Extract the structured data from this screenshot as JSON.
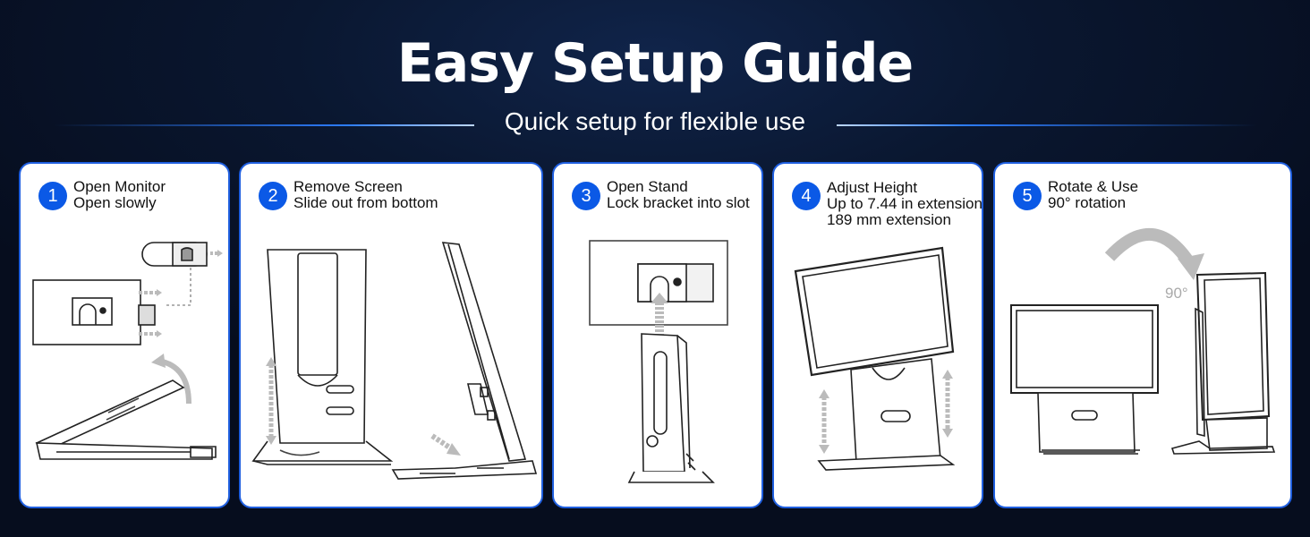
{
  "header": {
    "title": "Easy Setup Guide",
    "subtitle": "Quick setup for flexible use"
  },
  "colors": {
    "accent": "#0b59e6",
    "card_border": "#1f5fe0",
    "background": "#0a1730"
  },
  "steps": [
    {
      "number": "1",
      "lines": [
        "Open Monitor",
        "Open slowly"
      ]
    },
    {
      "number": "2",
      "lines": [
        "Remove Screen",
        "Slide out from bottom"
      ]
    },
    {
      "number": "3",
      "lines": [
        "Open Stand",
        "Lock bracket into slot"
      ]
    },
    {
      "number": "4",
      "lines": [
        "Adjust Height",
        "Up to 7.44 in extension",
        "189 mm extension"
      ]
    },
    {
      "number": "5",
      "lines": [
        "Rotate & Use",
        "90° rotation"
      ]
    }
  ],
  "rotation_label": "90°"
}
